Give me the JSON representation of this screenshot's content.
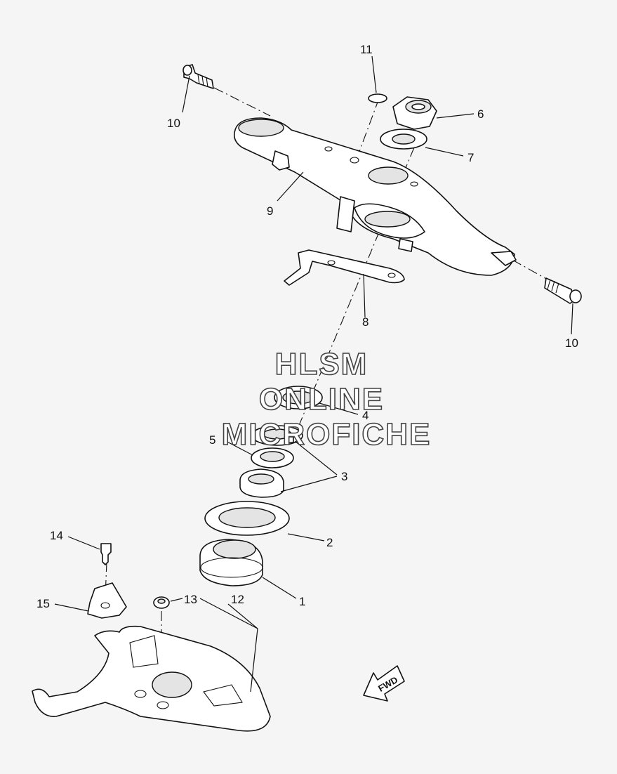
{
  "watermark": {
    "line1": "HLSM",
    "line2": "ONLINE",
    "line3": "MICROFICHE"
  },
  "direction_marker": {
    "label": "FWD"
  },
  "callouts": {
    "c1": "1",
    "c2": "2",
    "c3": "3",
    "c4": "4",
    "c5": "5",
    "c6": "6",
    "c7": "7",
    "c8": "8",
    "c9": "9",
    "c10a": "10",
    "c10b": "10",
    "c11": "11",
    "c12": "12",
    "c13": "13",
    "c14": "14",
    "c15": "15"
  }
}
